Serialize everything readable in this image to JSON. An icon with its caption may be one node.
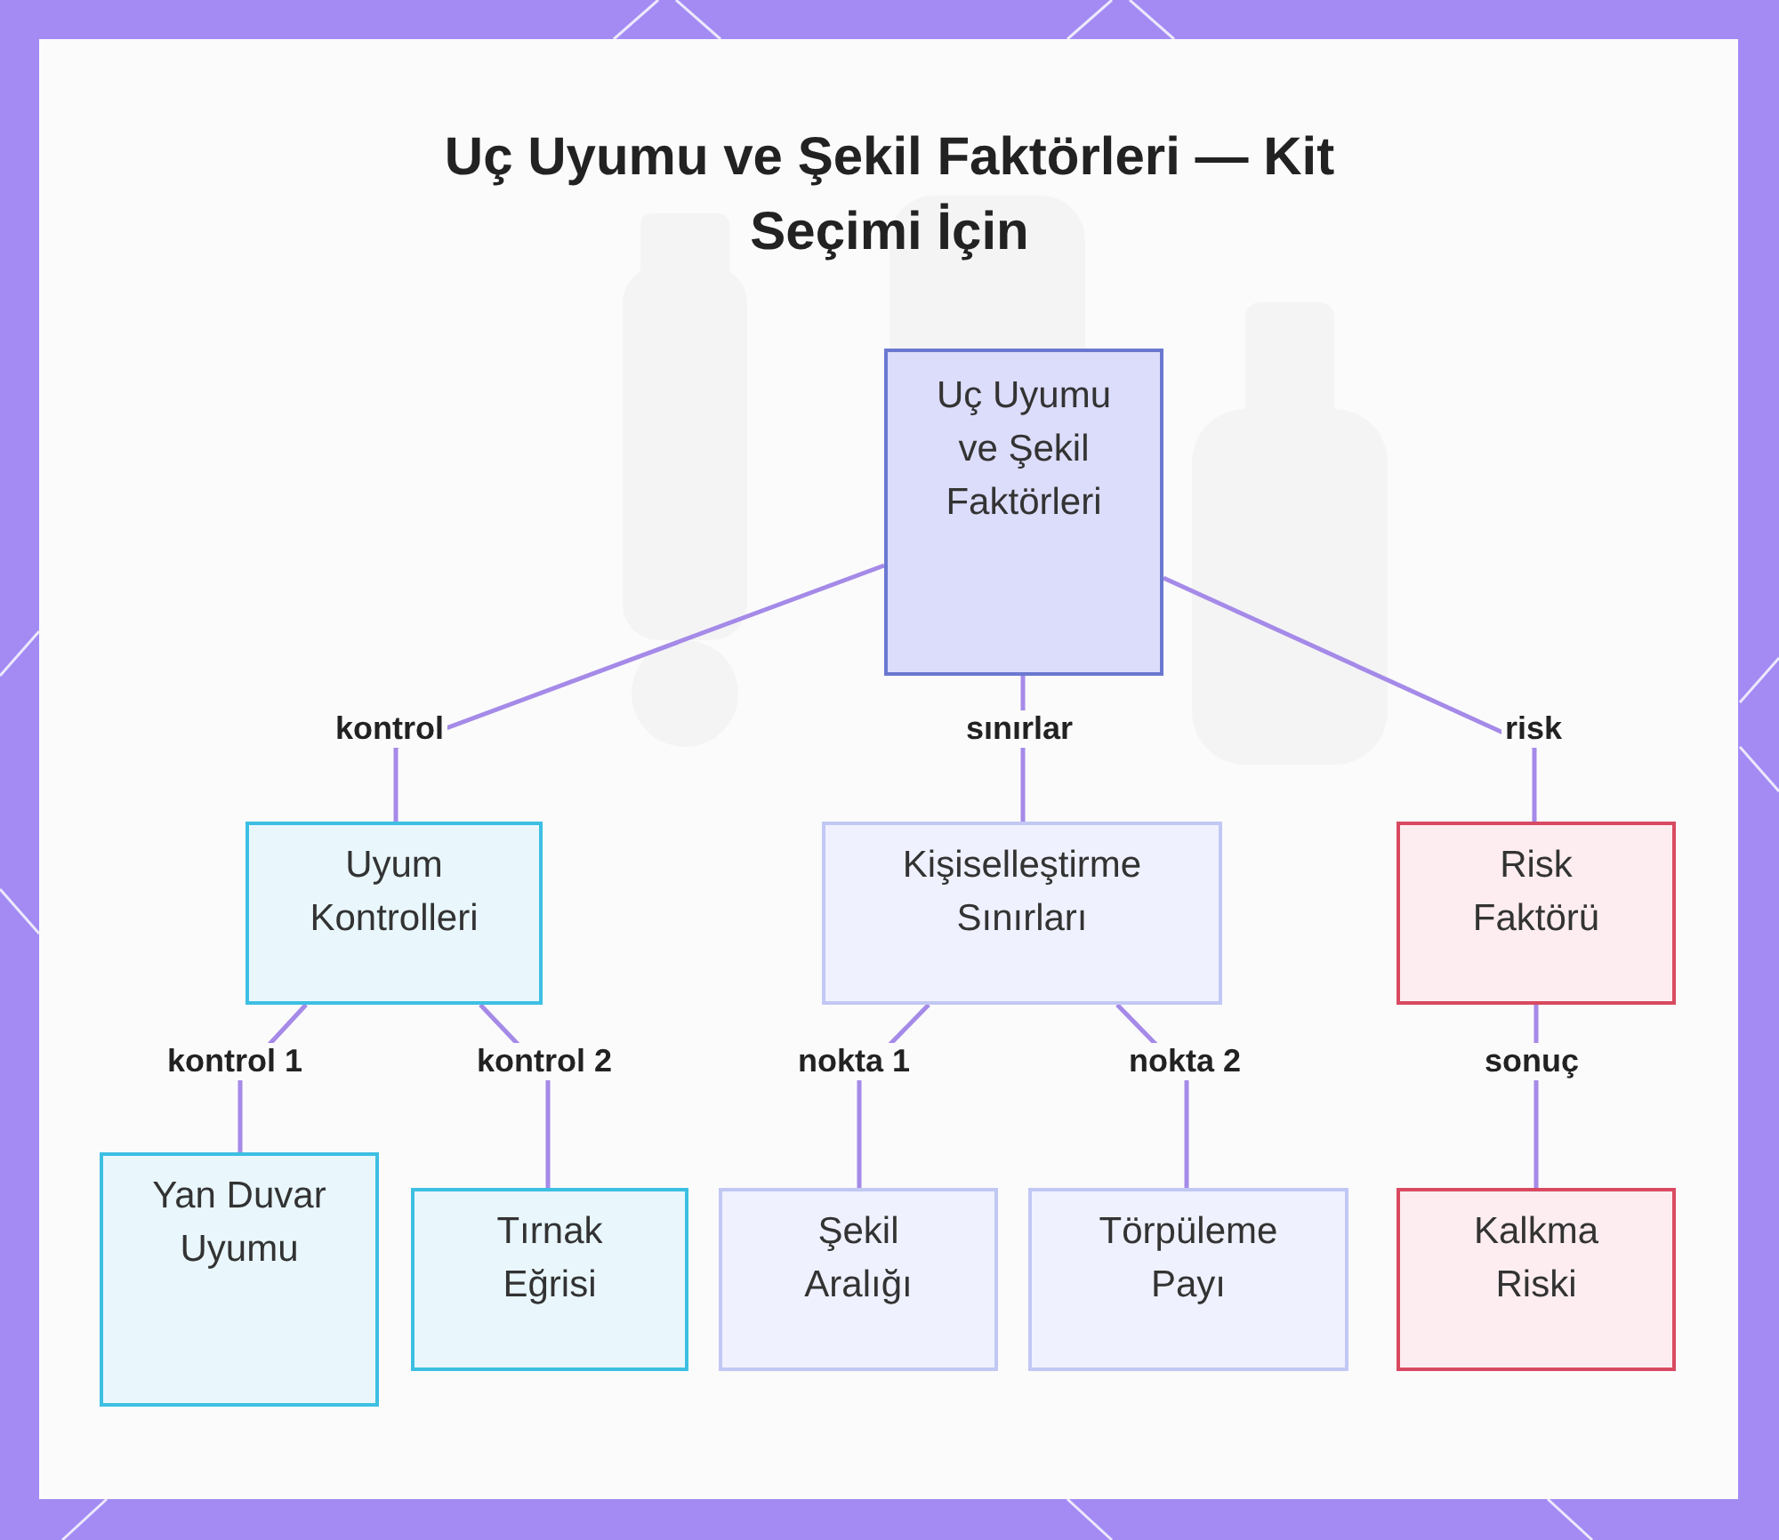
{
  "diagram": {
    "title": "Uç Uyumu ve Şekil Faktörleri — Kit Seçimi İçin",
    "nodes": [
      {
        "text": [
          "Uç Uyumu ve Şekil Faktörleri"
        ]
      },
      {
        "text": [
          "Uyum Kontrolleri"
        ]
      },
      {
        "text": [
          "Kişiselleştirme Sınırları"
        ]
      },
      {
        "text": [
          "Risk Faktörü"
        ]
      },
      {
        "text": [
          "Yan Duvar Uyumu"
        ]
      },
      {
        "text": [
          "Tırnak Eğrisi"
        ]
      },
      {
        "text": [
          "Şekil Aralığı"
        ]
      },
      {
        "text": [
          "Törpüleme Payı"
        ]
      },
      {
        "text": [
          "Kalkma Riski"
        ]
      }
    ],
    "edges": [
      {
        "from": 0,
        "to": 1,
        "arrow": "none",
        "label": "kontrol"
      },
      {
        "from": 0,
        "to": 2,
        "arrow": "none",
        "label": "sınırlar"
      },
      {
        "from": 0,
        "to": 3,
        "arrow": "none",
        "label": "risk"
      },
      {
        "from": 1,
        "to": 4,
        "arrow": "none",
        "label": "kontrol 1"
      },
      {
        "from": 1,
        "to": 5,
        "arrow": "none",
        "label": "kontrol 2"
      },
      {
        "from": 2,
        "to": 6,
        "arrow": "none",
        "label": "nokta 1"
      },
      {
        "from": 2,
        "to": 7,
        "arrow": "none",
        "label": "nokta 2"
      },
      {
        "from": 3,
        "to": 8,
        "arrow": "none",
        "label": "sonuç"
      }
    ]
  }
}
